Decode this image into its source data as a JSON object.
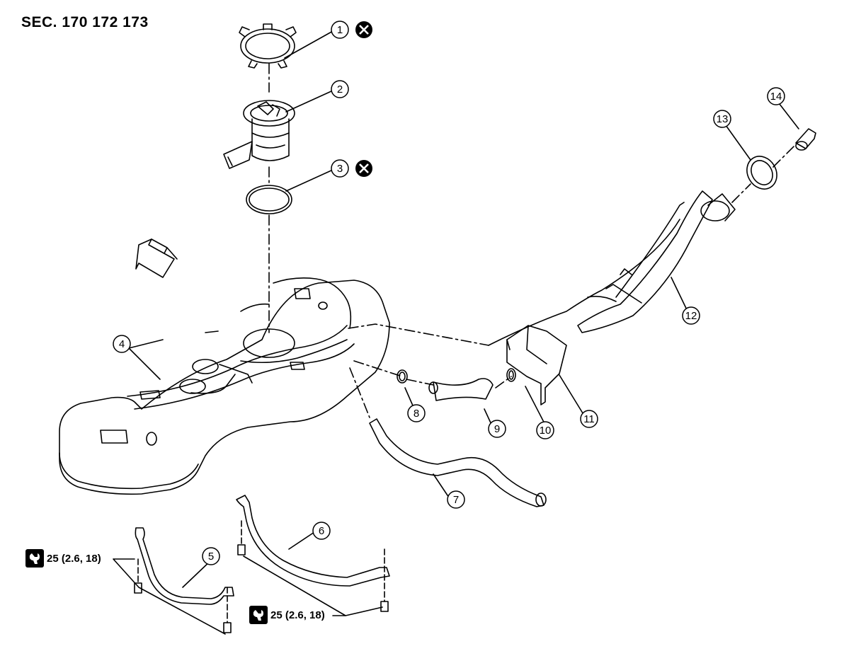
{
  "header": {
    "section_label": "SEC. 170   172   173"
  },
  "callouts": [
    {
      "num": "1",
      "replace_mark": true
    },
    {
      "num": "2",
      "replace_mark": false
    },
    {
      "num": "3",
      "replace_mark": true
    },
    {
      "num": "4",
      "replace_mark": false
    },
    {
      "num": "5",
      "replace_mark": false
    },
    {
      "num": "6",
      "replace_mark": false
    },
    {
      "num": "7",
      "replace_mark": false
    },
    {
      "num": "8",
      "replace_mark": false
    },
    {
      "num": "9",
      "replace_mark": false
    },
    {
      "num": "10",
      "replace_mark": false
    },
    {
      "num": "11",
      "replace_mark": false
    },
    {
      "num": "12",
      "replace_mark": false
    },
    {
      "num": "13",
      "replace_mark": false
    },
    {
      "num": "14",
      "replace_mark": false
    }
  ],
  "torque_specs": [
    {
      "text": "25 (2.6, 18)"
    },
    {
      "text": "25 (2.6, 18)"
    }
  ],
  "colors": {
    "line": "#000000",
    "background": "#ffffff"
  }
}
